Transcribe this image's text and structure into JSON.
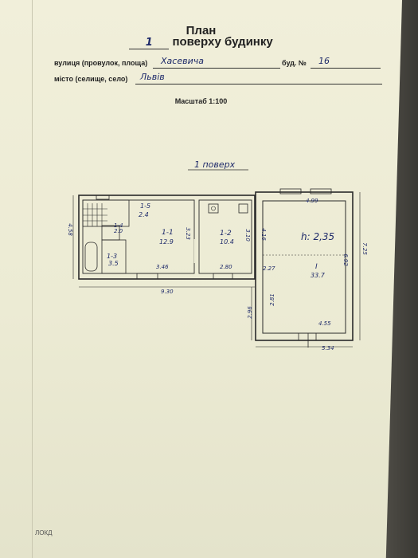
{
  "header": {
    "title_line1": "План",
    "floor_number": "1",
    "title_line2": "поверху будинку",
    "street_label": "вулиця (провулок, площа)",
    "street_value": "Хасевича",
    "building_label": "буд. №",
    "building_value": "16",
    "city_label": "місто (селище, село)",
    "city_value": "Львів",
    "scale": "Масштаб 1:100"
  },
  "plan": {
    "floor_caption": "1 поверх",
    "rooms": [
      {
        "id": "1-5",
        "area": "2.4"
      },
      {
        "id": "1-4",
        "area": "2.0"
      },
      {
        "id": "1-3",
        "area": "3.5"
      },
      {
        "id": "1-1",
        "area": "12.9"
      },
      {
        "id": "1-2",
        "area": "10.4"
      },
      {
        "id": "I",
        "area": "33.7"
      }
    ],
    "height_label": "h: 2,35",
    "dimensions": {
      "d_458": "4.58",
      "d_346": "3.46",
      "d_323": "3.23",
      "d_930": "9.30",
      "d_280": "2.80",
      "d_310": "3.10",
      "d_416": "4.16",
      "d_499": "4.99",
      "d_227": "2.27",
      "d_692": "6.92",
      "d_725": "7.25",
      "d_281": "2.81",
      "d_296": "2.96",
      "d_455": "4.55",
      "d_534": "5.34"
    }
  },
  "footer": {
    "text": "ЛОКД"
  }
}
